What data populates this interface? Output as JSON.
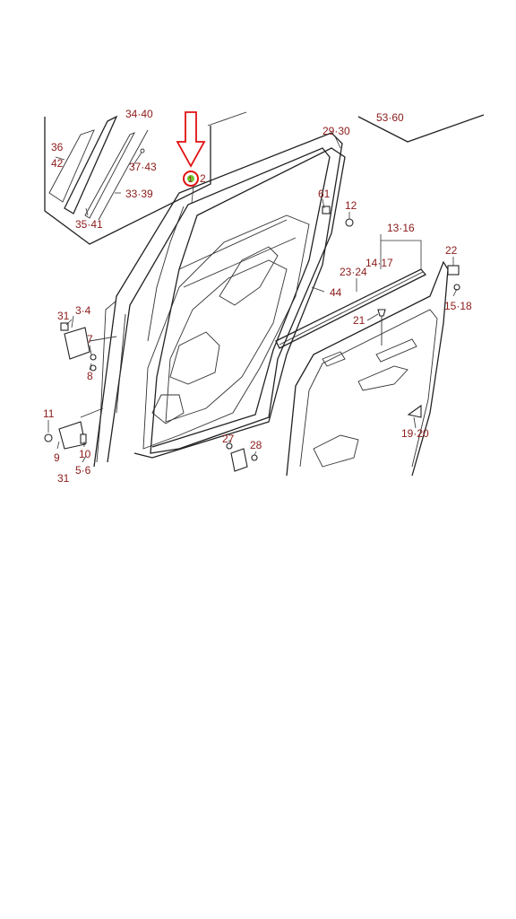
{
  "labels": {
    "l_34_40": "34·40",
    "l_36": "36",
    "l_42": "42",
    "l_37_43": "37·43",
    "l_33_39": "33·39",
    "l_35_41": "35·41",
    "l_1": "1",
    "l_2": "2",
    "l_29_30": "29·30",
    "l_53_60": "53·60",
    "l_61": "61",
    "l_12": "12",
    "l_13_16": "13·16",
    "l_22": "22",
    "l_14_17": "14·17",
    "l_23_24": "23·24",
    "l_44": "44",
    "l_15_18": "15·18",
    "l_21": "21",
    "l_3_4": "3·4",
    "l_31a": "31",
    "l_7": "7",
    "l_8": "8",
    "l_11": "11",
    "l_9": "9",
    "l_10": "10",
    "l_5_6": "5·6",
    "l_31b": "31",
    "l_27": "27",
    "l_28": "28",
    "l_19_20": "19·20"
  },
  "colors": {
    "callout_text": "#8b1a1a",
    "highlight_circle": "#e01010",
    "highlight_marker": "#6fc52f",
    "arrow": "#e01010"
  },
  "icons": [
    "down-arrow-icon",
    "highlight-circle-icon"
  ]
}
